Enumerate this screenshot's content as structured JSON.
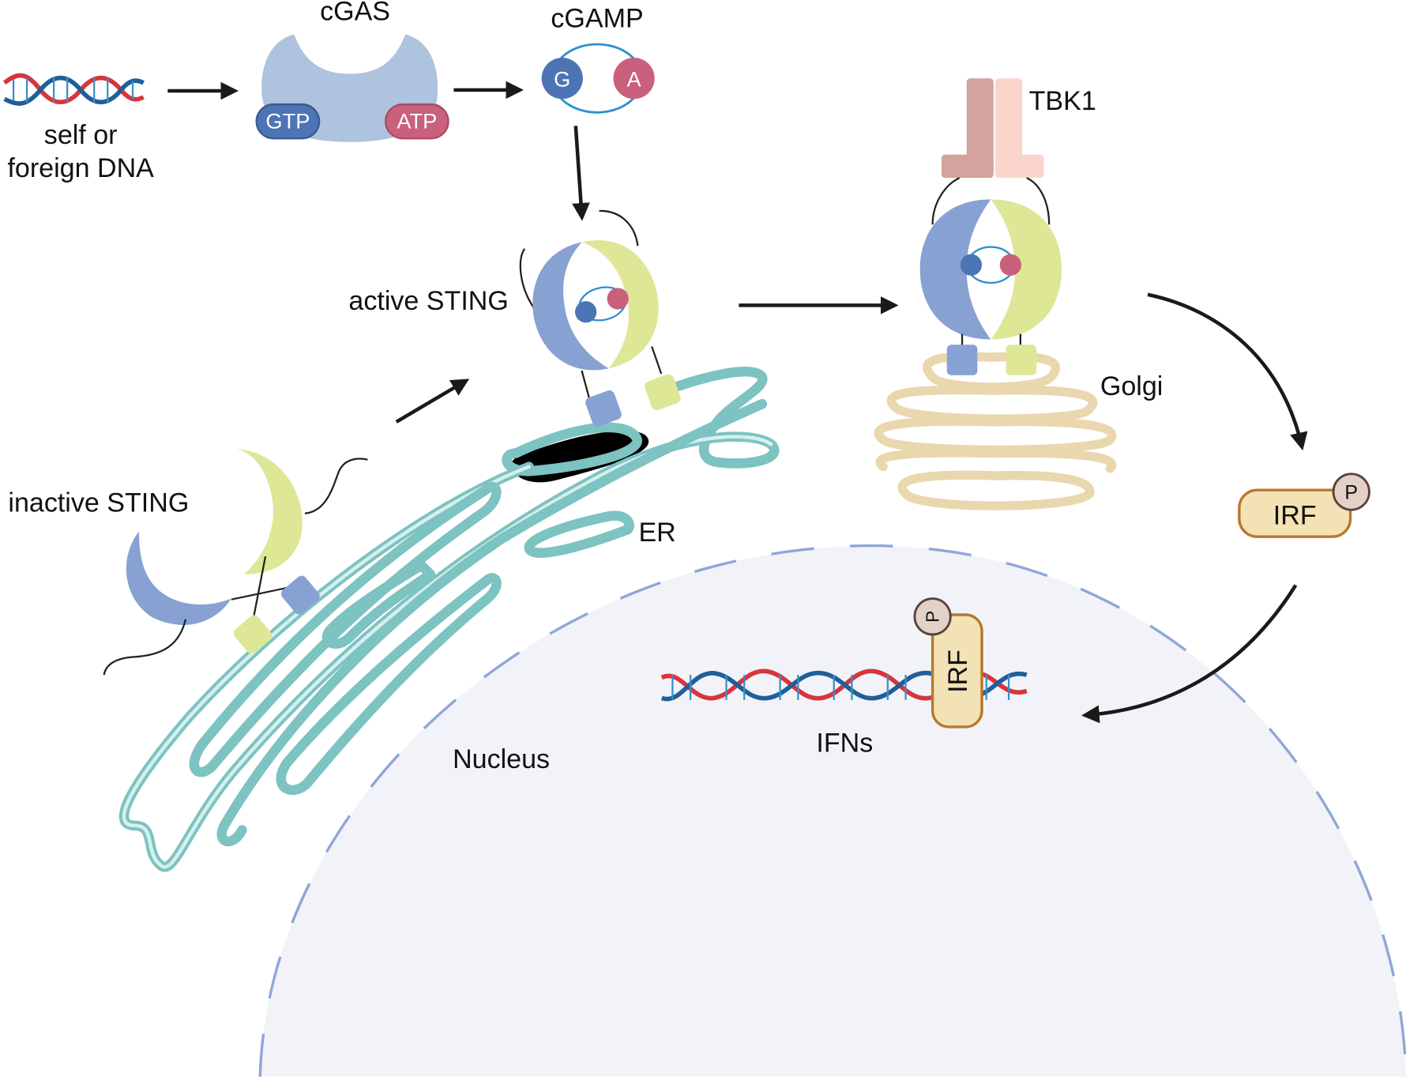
{
  "title": "cGAS-STING signaling pathway",
  "labels": {
    "dna": [
      "self or",
      "foreign DNA"
    ],
    "cgas": "cGAS",
    "gtp": "GTP",
    "atp": "ATP",
    "cgamp": "cGAMP",
    "g": "G",
    "a": "A",
    "active_sting": "active STING",
    "inactive_sting": "inactive STING",
    "tbk1": "TBK1",
    "golgi": "Golgi",
    "er": "ER",
    "irf": "IRF",
    "p": "P",
    "nucleus": "Nucleus",
    "ifns": "IFNs"
  },
  "colors": {
    "sting_blue": "#87a2d2",
    "sting_green": "#dde796",
    "cgas": "#aec3dd",
    "gtp": "#4d74b4",
    "atp": "#c9607c",
    "tbk1_a": "#d4a39e",
    "tbk1_b": "#fbd5cb",
    "irf_fill": "#f3e2b5",
    "irf_stroke": "#b7792f",
    "phospho": "#e3d0c6",
    "nucleus": "#f2f3f8",
    "nucleus_border": "#8ea7d8",
    "er": "#7cc3c1",
    "dna_red": "#d8343a",
    "dna_blue": "#1f5f9a"
  }
}
